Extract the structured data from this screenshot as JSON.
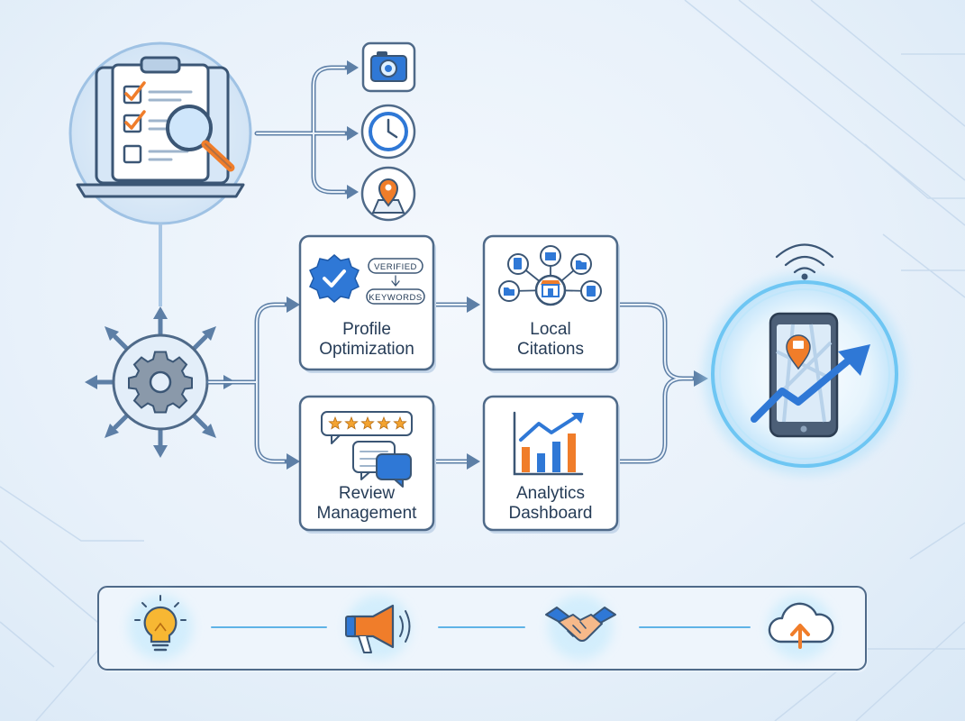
{
  "nodes": {
    "profile": {
      "line1": "Profile",
      "line2": "Optimization"
    },
    "profile_tags": {
      "verified": "VERIFIED",
      "keywords": "KEYWORDS"
    },
    "citations": {
      "line1": "Local",
      "line2": "Citations"
    },
    "review": {
      "line1": "Review",
      "line2": "Management"
    },
    "analytics": {
      "line1": "Analytics",
      "line2": "Dashboard"
    }
  },
  "icons": {
    "audit": "clipboard-checklist-laptop-icon",
    "photos": "camera-icon",
    "hours": "clock-icon",
    "location": "map-pin-icon",
    "hub": "gear-hub-icon",
    "result": "smartphone-growth-icon",
    "signal": "wifi-signal-icon",
    "footer": [
      "lightbulb-icon",
      "megaphone-icon",
      "handshake-icon",
      "cloud-upload-icon"
    ]
  },
  "colors": {
    "primary": "#2f78d6",
    "accent": "#f07d2a",
    "outline": "#4f6a89",
    "flow": "#5d7fa6",
    "glow": "#8fd0f5"
  },
  "review_stars": 5
}
